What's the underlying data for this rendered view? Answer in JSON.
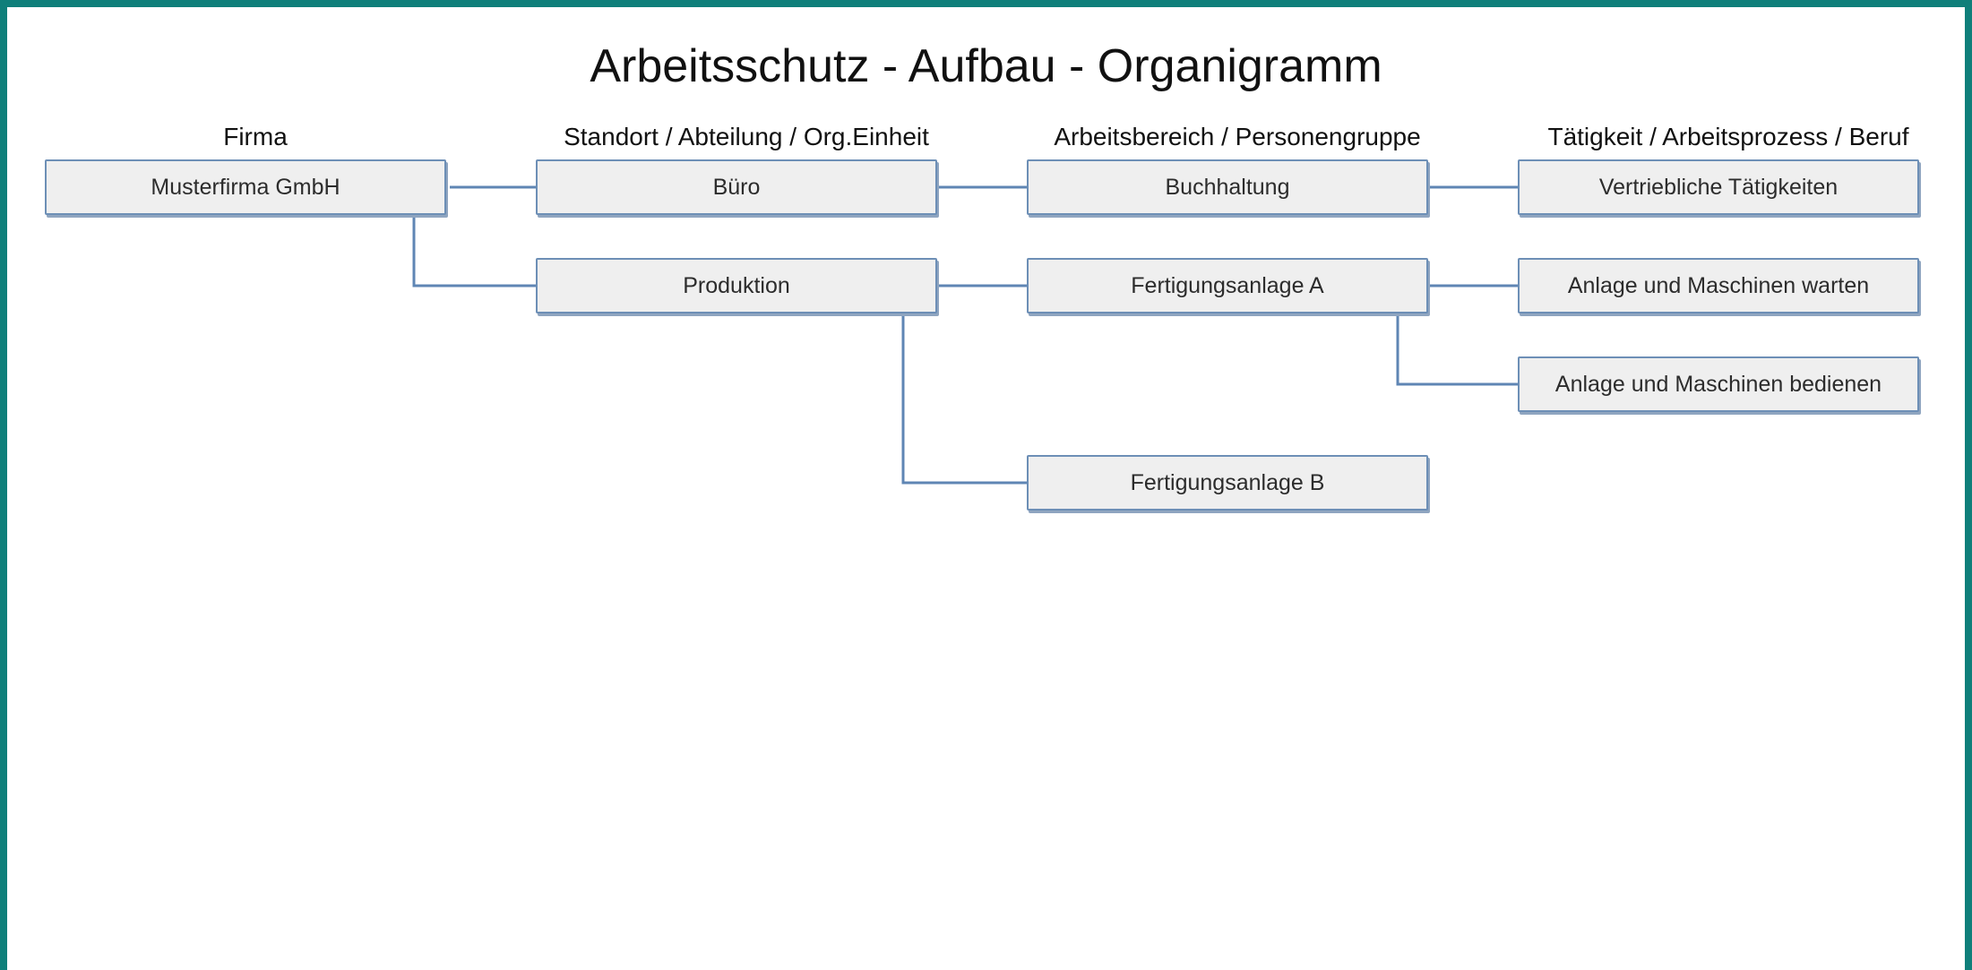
{
  "title": "Arbeitsschutz - Aufbau - Organigramm",
  "columns": [
    "Firma",
    "Standort / Abteilung / Org.Einheit",
    "Arbeitsbereich / Personengruppe",
    "Tätigkeit / Arbeitsprozess / Beruf"
  ],
  "nodes": {
    "firma": "Musterfirma GmbH",
    "buero": "Büro",
    "produktion": "Produktion",
    "buchhaltung": "Buchhaltung",
    "fertigungsanlage_a": "Fertigungsanlage A",
    "fertigungsanlage_b": "Fertigungsanlage B",
    "vertriebliche_taetigkeiten": "Vertriebliche Tätigkeiten",
    "anlage_warten": "Anlage und Maschinen warten",
    "anlage_bedienen": "Anlage und Maschinen bedienen"
  },
  "colors": {
    "frame": "#0f7f7a",
    "node_border": "#6d8fb6",
    "node_fill": "#efefef",
    "connector": "#5f86b4"
  }
}
